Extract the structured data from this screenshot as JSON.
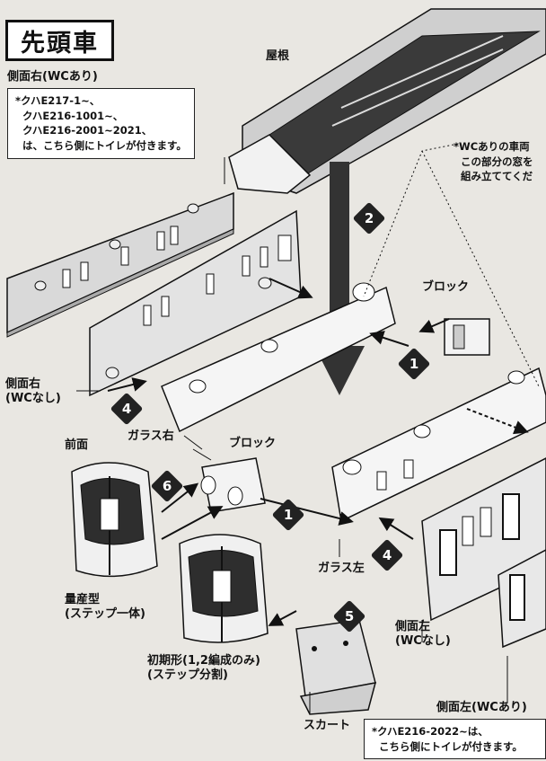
{
  "title": "先頭車",
  "labels": {
    "roof": "屋根",
    "side_right_wc": "側面右(WCあり)",
    "side_right_nowc": "側面右\n(WCなし)",
    "block_top": "ブロック",
    "block_mid": "ブロック",
    "glass_right": "ガラス右",
    "glass_left": "ガラス左",
    "front": "前面",
    "mass_production": "量産型\n(ステップ一体)",
    "early_model": "初期形(1,2編成のみ)\n(ステップ分割)",
    "skirt": "スカート",
    "side_left_nowc": "側面左\n(WCなし)",
    "side_left_wc": "側面左(WCあり)"
  },
  "notes": {
    "top_left": "*クハE217-1~、\n  クハE216-1001~、\n  クハE216-2001~2021、\n  は、こちら側にトイレが付きます。",
    "top_right": "*WCありの車両\n  この部分の窓を\n  組み立ててくだ",
    "bottom_right": "*クハE216-2022~は、\n  こちら側にトイレが付きます。"
  },
  "steps": {
    "s1a": "1",
    "s1b": "1",
    "s2": "2",
    "s4a": "4",
    "s4b": "4",
    "s5": "5",
    "s6": "6"
  }
}
